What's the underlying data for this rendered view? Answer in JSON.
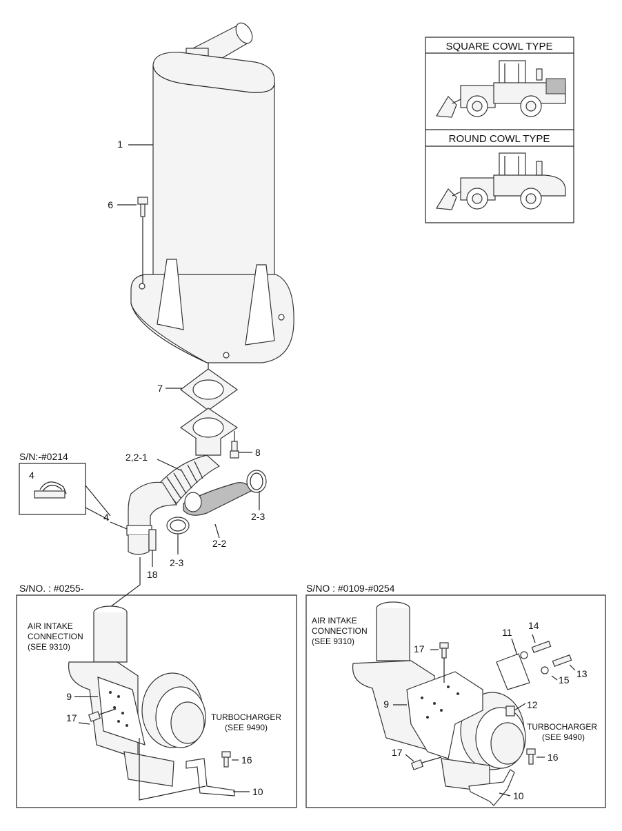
{
  "inset": {
    "square_title": "SQUARE COWL TYPE",
    "round_title": "ROUND COWL TYPE"
  },
  "callouts": {
    "c1": "1",
    "c6": "6",
    "c7": "7",
    "c8": "8",
    "c2_21": "2,2-1",
    "c2_2": "2-2",
    "c2_3a": "2-3",
    "c2_3b": "2-3",
    "c4_box": "4",
    "c4": "4",
    "c18": "18"
  },
  "serial_top": "S/N:-#0214",
  "left_panel": {
    "serial": "S/NO. : #0255-",
    "air_intake": [
      "AIR INTAKE",
      "CONNECTION",
      "(SEE 9310)"
    ],
    "turbo": [
      "TURBOCHARGER",
      "(SEE 9490)"
    ],
    "c9": "9",
    "c17": "17",
    "c16": "16",
    "c10": "10"
  },
  "right_panel": {
    "serial": "S/NO : #0109-#0254",
    "air_intake": [
      "AIR INTAKE",
      "CONNECTION",
      "(SEE 9310)"
    ],
    "turbo": [
      "TURBOCHARGER",
      "(SEE 9490)"
    ],
    "c11": "11",
    "c14": "14",
    "c17a": "17",
    "c13": "13",
    "c15": "15",
    "c9": "9",
    "c12": "12",
    "c17b": "17",
    "c16": "16",
    "c10": "10"
  }
}
